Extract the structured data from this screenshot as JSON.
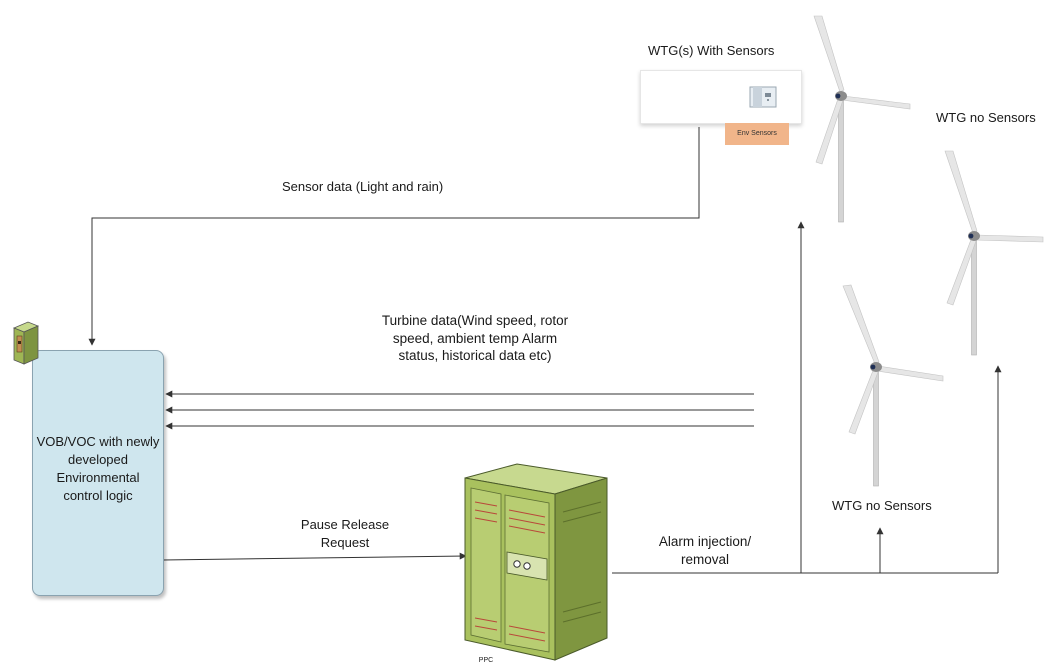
{
  "labels": {
    "wtg_sensors_title": "WTG(s) With Sensors",
    "env_sensors": "Env Sensors",
    "wtg_no_sensors_right": "WTG no Sensors",
    "wtg_no_sensors_bottom": "WTG no Sensors",
    "sensor_data": "Sensor data (Light and rain)",
    "turbine_data": "Turbine data(Wind speed, rotor speed, ambient temp Alarm status, historical data etc)",
    "vob_voc": "VOB/VOC with newly developed Environmental control logic",
    "pause_release": "Pause Release Request",
    "alarm_injection": "Alarm injection/ removal",
    "ppc": "PPC"
  },
  "icons": {
    "turbine": "wind-turbine-icon",
    "server": "server-cabinet-icon",
    "sensor_device": "sensor-device-icon",
    "small_server": "small-server-icon"
  },
  "colors": {
    "vob_fill": "#cfe6ee",
    "env_badge": "#f1b58a",
    "server_green": "#a9c15e",
    "line": "#333333"
  }
}
